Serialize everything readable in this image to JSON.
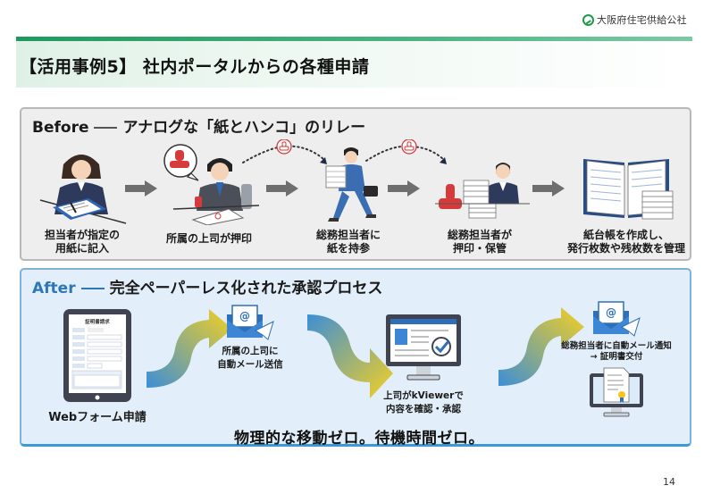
{
  "header": {
    "logo_text": "大阪府住宅供給公社",
    "page_title": "【活用事例5】 社内ポータルからの各種申請"
  },
  "before": {
    "lead": "Before",
    "heading": "アナログな「紙とハンコ」のリレー",
    "steps": [
      {
        "label_line1": "担当者が指定の",
        "label_line2": "用紙に記入",
        "icon": "person-writing-form-icon"
      },
      {
        "label_line1": "所属の上司が押印",
        "label_line2": "",
        "icon": "manager-stamping-icon"
      },
      {
        "label_line1": "総務担当者に",
        "label_line2": "紙を持参",
        "icon": "person-carrying-papers-icon"
      },
      {
        "label_line1": "総務担当者が",
        "label_line2": "押印・保管",
        "icon": "stamp-and-papers-icon"
      },
      {
        "label_line1": "紙台帳を作成し、",
        "label_line2": "発行枚数や残枚数を管理",
        "icon": "ledger-book-icon"
      }
    ]
  },
  "after": {
    "lead": "After",
    "heading": "完全ペーパーレス化された承認プロセス",
    "steps": [
      {
        "label_line1": "Webフォーム申請",
        "label_line2": "",
        "icon": "tablet-form-icon"
      },
      {
        "label_line1": "所属の上司に",
        "label_line2": "自動メール送信",
        "icon": "email-send-icon"
      },
      {
        "label_line1": "上司がkViewerで",
        "label_line2": "内容を確認・承認",
        "icon": "monitor-approval-icon"
      },
      {
        "label_line1": "総務担当者に自動メール通知",
        "label_line2": "→ 証明書交付",
        "icon": "email-notify-icon"
      }
    ],
    "form_title": "証明書請求",
    "tagline": "物理的な移動ゼロ。待機時間ゼロ。"
  },
  "colors": {
    "brand_green": "#1f9a5c",
    "after_blue": "#2d77b8",
    "stamp_red": "#d63a3a",
    "arrow_gray": "#6e6e6e",
    "flow_blue": "#3d8fd6",
    "flow_yellow": "#f5d021"
  },
  "footer": {
    "page_number": "14"
  }
}
